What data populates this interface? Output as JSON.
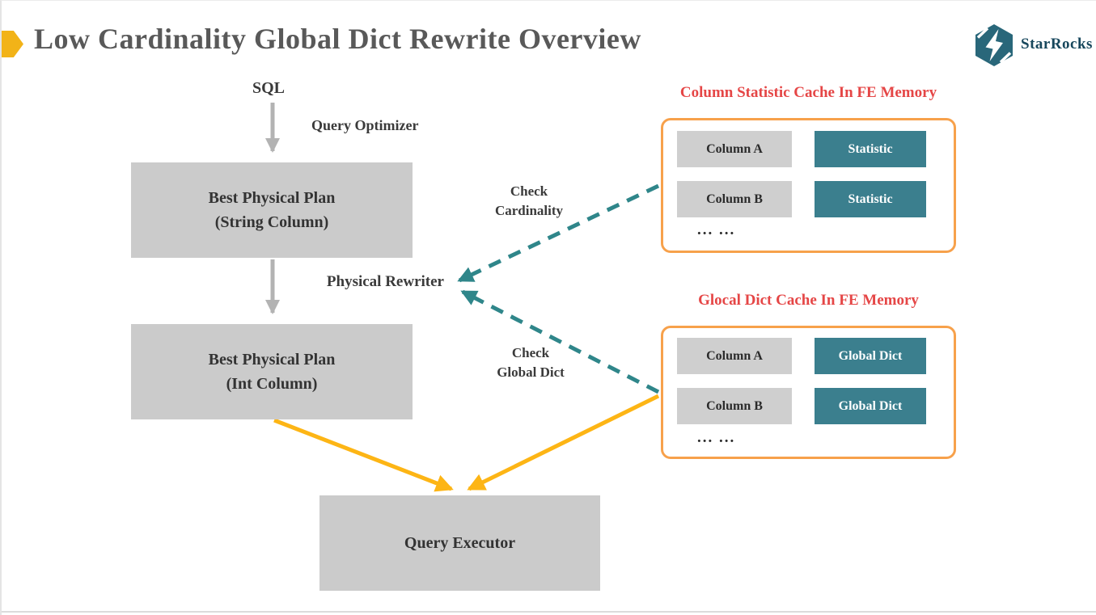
{
  "page": {
    "title": "Low Cardinality Global Dict Rewrite Overview",
    "brand": "StarRocks"
  },
  "colors": {
    "title_gray": "#595959",
    "accent_yellow_bullet": "#F2B318",
    "arrow_yellow": "#FDB515",
    "teal_fill": "#3B7F8E",
    "teal_dash_arrow": "#2F868A",
    "orange_panel_border": "#F7A14B",
    "red_panel_title": "#E54646",
    "gray_node": "#CBCBCB",
    "gray_arrow": "#B3B3B3",
    "brand_teal": "#17475C"
  },
  "flow": {
    "sql": "SQL",
    "query_optimizer": "Query Optimizer",
    "physical_rewriter": "Physical Rewriter",
    "check_cardinality_line1": "Check",
    "check_cardinality_line2": "Cardinality",
    "check_global_dict_line1": "Check",
    "check_global_dict_line2": "Global Dict",
    "plan_string_line1": "Best Physical Plan",
    "plan_string_line2": "(String Column)",
    "plan_int_line1": "Best Physical Plan",
    "plan_int_line2": "(Int Column)",
    "query_executor": "Query Executor"
  },
  "panels": [
    {
      "title": "Column Statistic Cache In FE Memory",
      "rows": [
        {
          "key": "Column A",
          "value": "Statistic"
        },
        {
          "key": "Column B",
          "value": "Statistic"
        }
      ],
      "ellipsis": "... ..."
    },
    {
      "title": "Glocal Dict Cache In FE Memory",
      "rows": [
        {
          "key": "Column A",
          "value": "Global Dict"
        },
        {
          "key": "Column B",
          "value": "Global Dict"
        }
      ],
      "ellipsis": "... ..."
    }
  ]
}
